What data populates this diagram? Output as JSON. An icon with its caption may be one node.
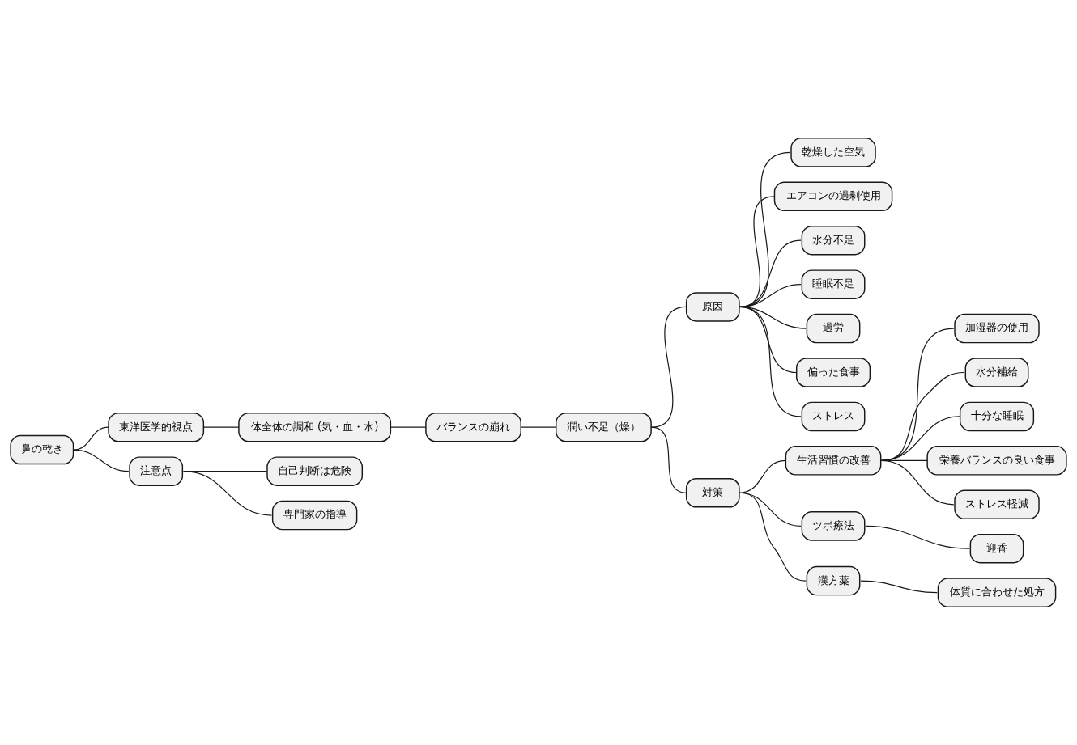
{
  "diagram": {
    "nodes": [
      {
        "text": [
          "鼻の乾き"
        ]
      },
      {
        "text": [
          "東洋医学的視点"
        ]
      },
      {
        "text": [
          "体全体の調和 (気・血・水)"
        ]
      },
      {
        "text": [
          "バランスの崩れ"
        ]
      },
      {
        "text": [
          "潤い不足（燥）"
        ]
      },
      {
        "text": [
          "原因"
        ]
      },
      {
        "text": [
          "乾燥した空気"
        ]
      },
      {
        "text": [
          "エアコンの過剰使用"
        ]
      },
      {
        "text": [
          "水分不足"
        ]
      },
      {
        "text": [
          "睡眠不足"
        ]
      },
      {
        "text": [
          "過労"
        ]
      },
      {
        "text": [
          "偏った食事"
        ]
      },
      {
        "text": [
          "ストレス"
        ]
      },
      {
        "text": [
          "対策"
        ]
      },
      {
        "text": [
          "生活習慣の改善"
        ]
      },
      {
        "text": [
          "加湿器の使用"
        ]
      },
      {
        "text": [
          "水分補給"
        ]
      },
      {
        "text": [
          "十分な睡眠"
        ]
      },
      {
        "text": [
          "栄養バランスの良い食事"
        ]
      },
      {
        "text": [
          "ストレス軽減"
        ]
      },
      {
        "text": [
          "ツボ療法"
        ]
      },
      {
        "text": [
          "迎香"
        ]
      },
      {
        "text": [
          "漢方薬"
        ]
      },
      {
        "text": [
          "体質に合わせた処方"
        ]
      },
      {
        "text": [
          "注意点"
        ]
      },
      {
        "text": [
          "自己判断は危険"
        ]
      },
      {
        "text": [
          "専門家の指導"
        ]
      }
    ],
    "edges": [
      {
        "from": 0,
        "to": 1,
        "arrow": "none"
      },
      {
        "from": 1,
        "to": 2,
        "arrow": "none"
      },
      {
        "from": 2,
        "to": 3,
        "arrow": "none"
      },
      {
        "from": 3,
        "to": 4,
        "arrow": "none"
      },
      {
        "from": 4,
        "to": 5,
        "arrow": "none"
      },
      {
        "from": 5,
        "to": 6,
        "arrow": "none"
      },
      {
        "from": 5,
        "to": 7,
        "arrow": "none"
      },
      {
        "from": 5,
        "to": 8,
        "arrow": "none"
      },
      {
        "from": 5,
        "to": 9,
        "arrow": "none"
      },
      {
        "from": 5,
        "to": 10,
        "arrow": "none"
      },
      {
        "from": 5,
        "to": 11,
        "arrow": "none"
      },
      {
        "from": 5,
        "to": 12,
        "arrow": "none"
      },
      {
        "from": 4,
        "to": 13,
        "arrow": "none"
      },
      {
        "from": 13,
        "to": 14,
        "arrow": "none"
      },
      {
        "from": 14,
        "to": 15,
        "arrow": "none"
      },
      {
        "from": 14,
        "to": 16,
        "arrow": "none"
      },
      {
        "from": 14,
        "to": 17,
        "arrow": "none"
      },
      {
        "from": 14,
        "to": 18,
        "arrow": "none"
      },
      {
        "from": 14,
        "to": 19,
        "arrow": "none"
      },
      {
        "from": 13,
        "to": 20,
        "arrow": "none"
      },
      {
        "from": 20,
        "to": 21,
        "arrow": "none"
      },
      {
        "from": 13,
        "to": 22,
        "arrow": "none"
      },
      {
        "from": 22,
        "to": 23,
        "arrow": "none"
      },
      {
        "from": 0,
        "to": 24,
        "arrow": "none"
      },
      {
        "from": 24,
        "to": 25,
        "arrow": "none"
      },
      {
        "from": 24,
        "to": 26,
        "arrow": "none"
      }
    ]
  }
}
